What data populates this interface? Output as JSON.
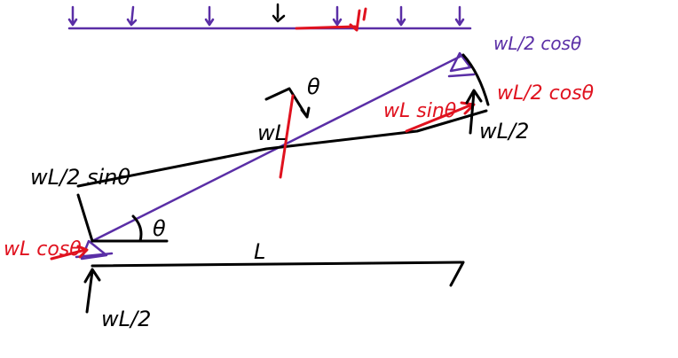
{
  "colors": {
    "ink": "#000000",
    "purple": "#5a2ea6",
    "red": "#e0121f",
    "background": "#ffffff"
  },
  "labels": {
    "theta_rotation": "θ",
    "theta_angle": "θ",
    "span_length": "L",
    "mid_load": "wL",
    "left_top_force": "wL/2 sinθ",
    "left_red_force": "wL cosθ",
    "right_red_force_1": "wL sinθ",
    "right_red_force_2": "wL/2 cosθ",
    "right_black_force": "wL/2",
    "right_purple_moment": "wL/2 cosθ",
    "bottom_reaction": "wL/2"
  }
}
